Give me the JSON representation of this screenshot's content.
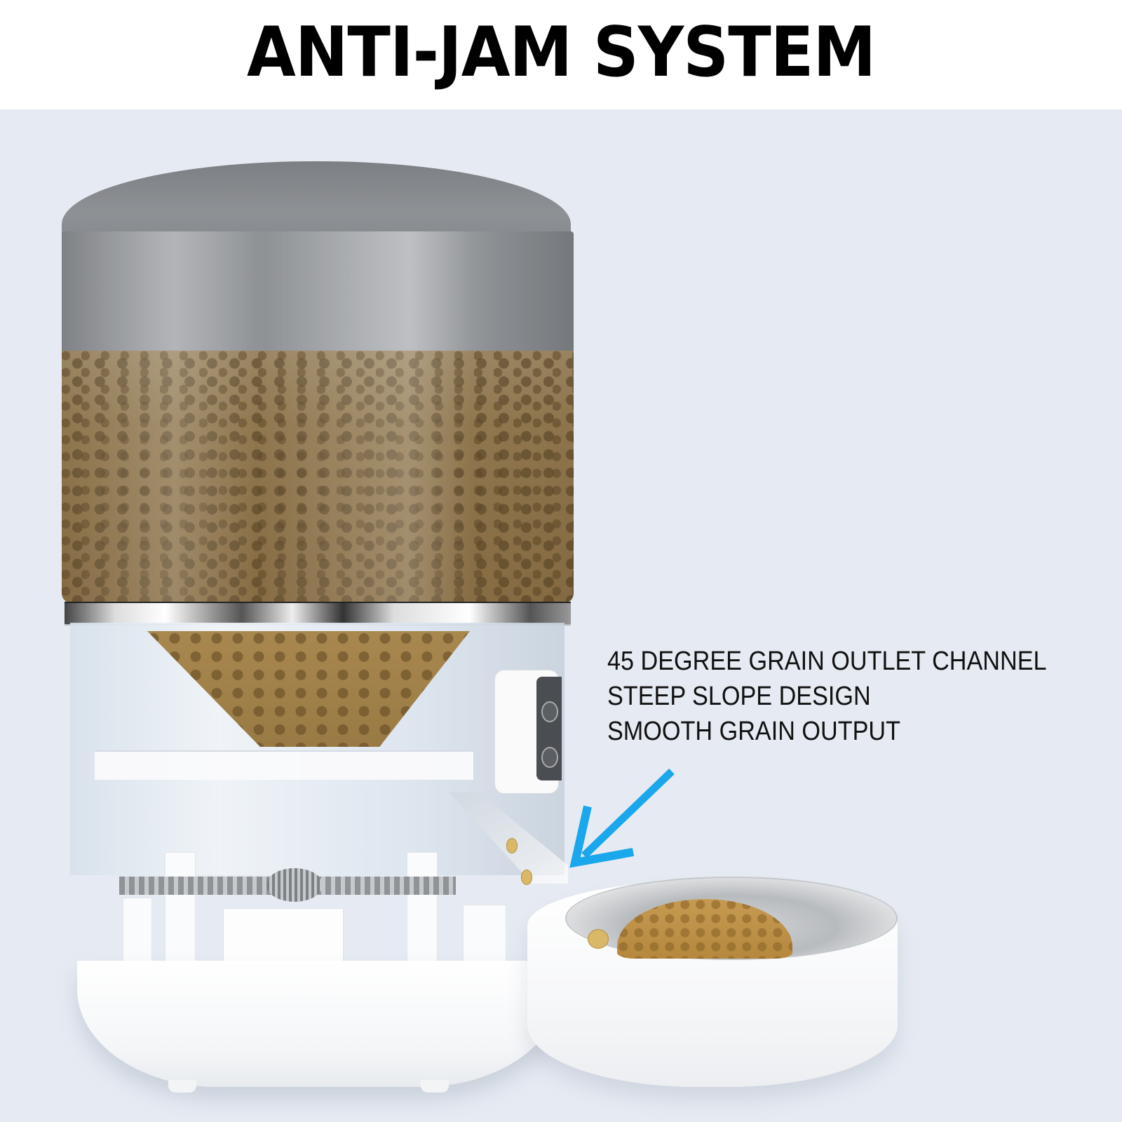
{
  "header": {
    "title": "ANTI-JAM SYSTEM"
  },
  "annotation": {
    "lines": [
      "45 DEGREE GRAIN OUTLET CHANNEL",
      "STEEP SLOPE DESIGN",
      "SMOOTH GRAIN OUTPUT"
    ],
    "arrow_icon": "arrow-down-left-icon",
    "arrow_color": "#1aa7ec"
  },
  "product": {
    "name": "automatic pet feeder",
    "parts": [
      "hopper-lid",
      "hopper",
      "chrome-ring",
      "transparent-body",
      "funnel",
      "control-panel",
      "outlet-chute",
      "gear-assembly",
      "base",
      "stainless-bowl"
    ]
  },
  "colors": {
    "header_bg": "#ffffff",
    "stage_bg": "#e6ebf3",
    "title": "#000000",
    "caption": "#111111",
    "accent": "#1aa7ec"
  }
}
